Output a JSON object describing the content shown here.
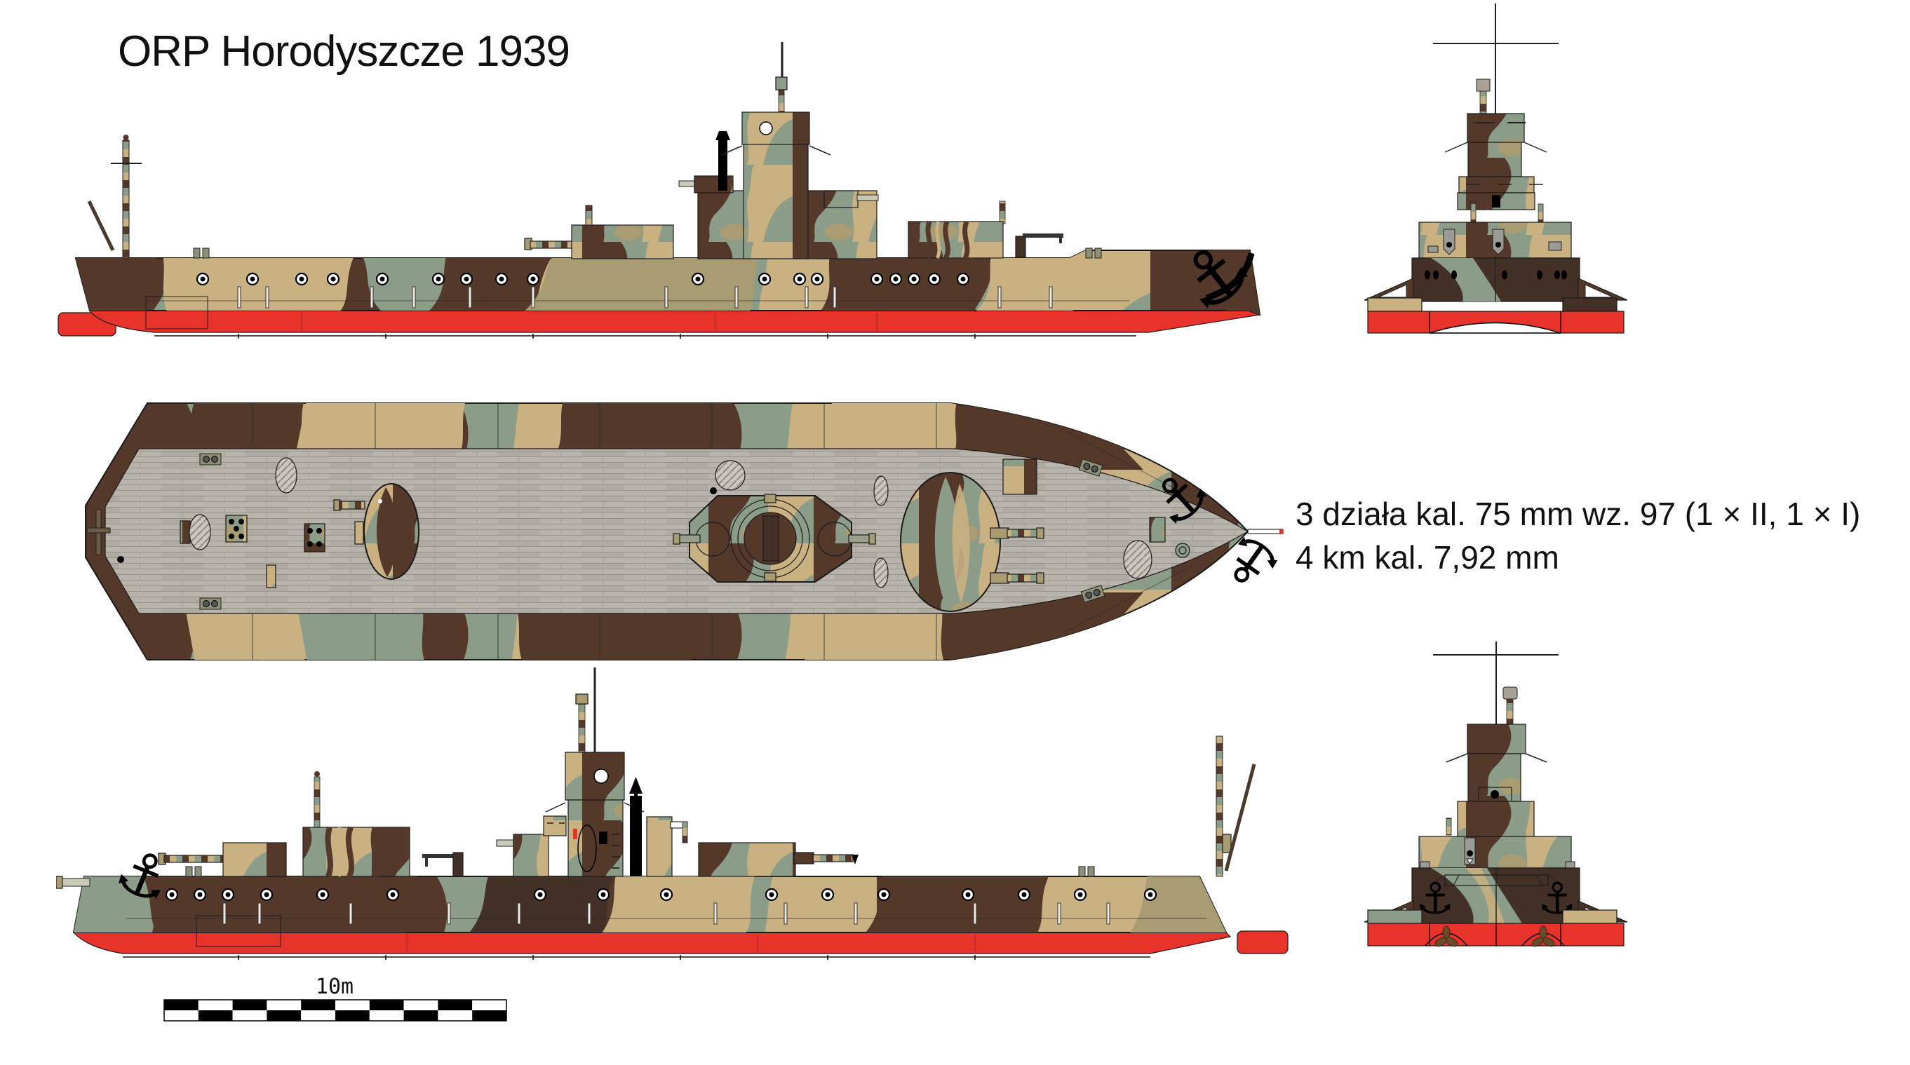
{
  "title": "ORP Horodyszcze 1939",
  "armament": {
    "line1": "3 działa kal. 75 mm wz. 97 (1 × II, 1 × I)",
    "line2": "4 km kal. 7,92 mm"
  },
  "scale_bar": {
    "label": "10m",
    "segments": 10,
    "rows": 2
  },
  "views": [
    {
      "name": "side-profile-port",
      "description": "port side profile, bow right"
    },
    {
      "name": "bow-end-view",
      "description": "bow end elevation"
    },
    {
      "name": "deck-plan-view",
      "description": "top deck plan, bow right"
    },
    {
      "name": "side-profile-starboard",
      "description": "starboard side profile, bow left"
    },
    {
      "name": "stern-end-view",
      "description": "stern end elevation with propellers and anchors"
    }
  ],
  "palette": {
    "camo_green": "#8B9C88",
    "camo_brown": "#54392B",
    "camo_brown_dark": "#433026",
    "camo_tan": "#C9B182",
    "camo_khaki": "#A99B72",
    "hull_red": "#E8332B",
    "deck_gray": "#B9B4AB",
    "outline_black": "#1A1A1A",
    "background": "#FFFFFF"
  }
}
